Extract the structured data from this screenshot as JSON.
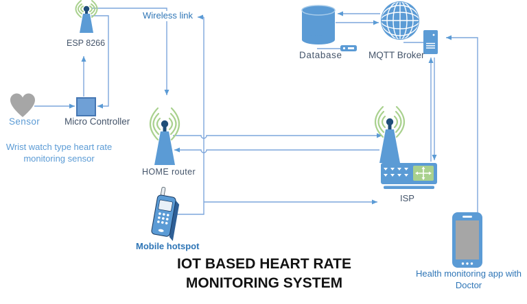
{
  "title": {
    "line1": "IOT BASED HEART RATE",
    "line2": "MONITORING SYSTEM"
  },
  "nodes": {
    "esp8266": {
      "label": "ESP 8266"
    },
    "sensor": {
      "label": "Sensor"
    },
    "micro_controller": {
      "label": "Micro Controller"
    },
    "wrist_note": {
      "line1": "Wrist watch type heart rate",
      "line2": "monitoring sensor"
    },
    "wireless_link": {
      "label": "Wireless link"
    },
    "home_router": {
      "label": "HOME router"
    },
    "mobile_hotspot": {
      "label": "Mobile hotspot"
    },
    "database": {
      "label": "Database"
    },
    "mqtt_broker": {
      "label": "MQTT Broker"
    },
    "isp": {
      "label": "ISP"
    },
    "health_app": {
      "line1": "Health monitoring app with",
      "line2": "Doctor"
    }
  },
  "connections": [
    {
      "from": "sensor",
      "to": "micro-controller",
      "arrow": "into micro-controller"
    },
    {
      "from": "micro-controller",
      "to": "esp8266",
      "arrow": "up into ESP 8266"
    },
    {
      "from": "esp8266",
      "to": "micro-controller",
      "arrow": "left into micro-controller"
    },
    {
      "from": "esp8266",
      "to": "home-router",
      "arrow": "down, passes Wireless link label"
    },
    {
      "from": "mobile-hotspot",
      "to": "wireless-link",
      "arrow": "left into Wireless link"
    },
    {
      "from": "home-router",
      "to": "isp",
      "arrow": "right into ISP antenna"
    },
    {
      "from": "isp",
      "to": "home-router",
      "arrow": "left into HOME router"
    },
    {
      "from": "mobile-hotspot",
      "to": "isp",
      "arrow": "right toward ISP"
    },
    {
      "from": "mqtt-broker",
      "to": "database",
      "arrow": "left into database"
    },
    {
      "from": "database",
      "to": "mqtt-broker",
      "arrow": "right into globe"
    },
    {
      "from": "mqtt-broker",
      "to": "broker-server",
      "arrow": "plain link"
    },
    {
      "from": "isp",
      "to": "broker-server",
      "arrow": "up into server"
    },
    {
      "from": "broker-server",
      "to": "isp",
      "arrow": "down into ISP"
    },
    {
      "from": "health-app",
      "to": "broker-server",
      "arrow": "left into server"
    }
  ],
  "icons": [
    "esp-antenna-icon",
    "wifi-waves-icon",
    "heart-sensor-icon",
    "microcontroller-chip-icon",
    "home-router-antenna-icon",
    "mobile-phone-icon",
    "database-cylinder-icon",
    "globe-icon",
    "server-tower-icon",
    "isp-router-icon",
    "smartphone-icon"
  ],
  "colors": {
    "node_fill": "#5B9BD5",
    "node_dark": "#1F4E79",
    "connector": "#7CA5DB",
    "arrowhead": "#5B9BD5",
    "wireless_arc_green": "#A9D18E",
    "label_dark": "#44546A",
    "label_blue": "#2E75B6",
    "label_light_blue": "#5B9BD5",
    "heart_gray": "#A6A6A6",
    "phone_screen_gray": "#A6A6A6",
    "title_black": "#121212"
  }
}
